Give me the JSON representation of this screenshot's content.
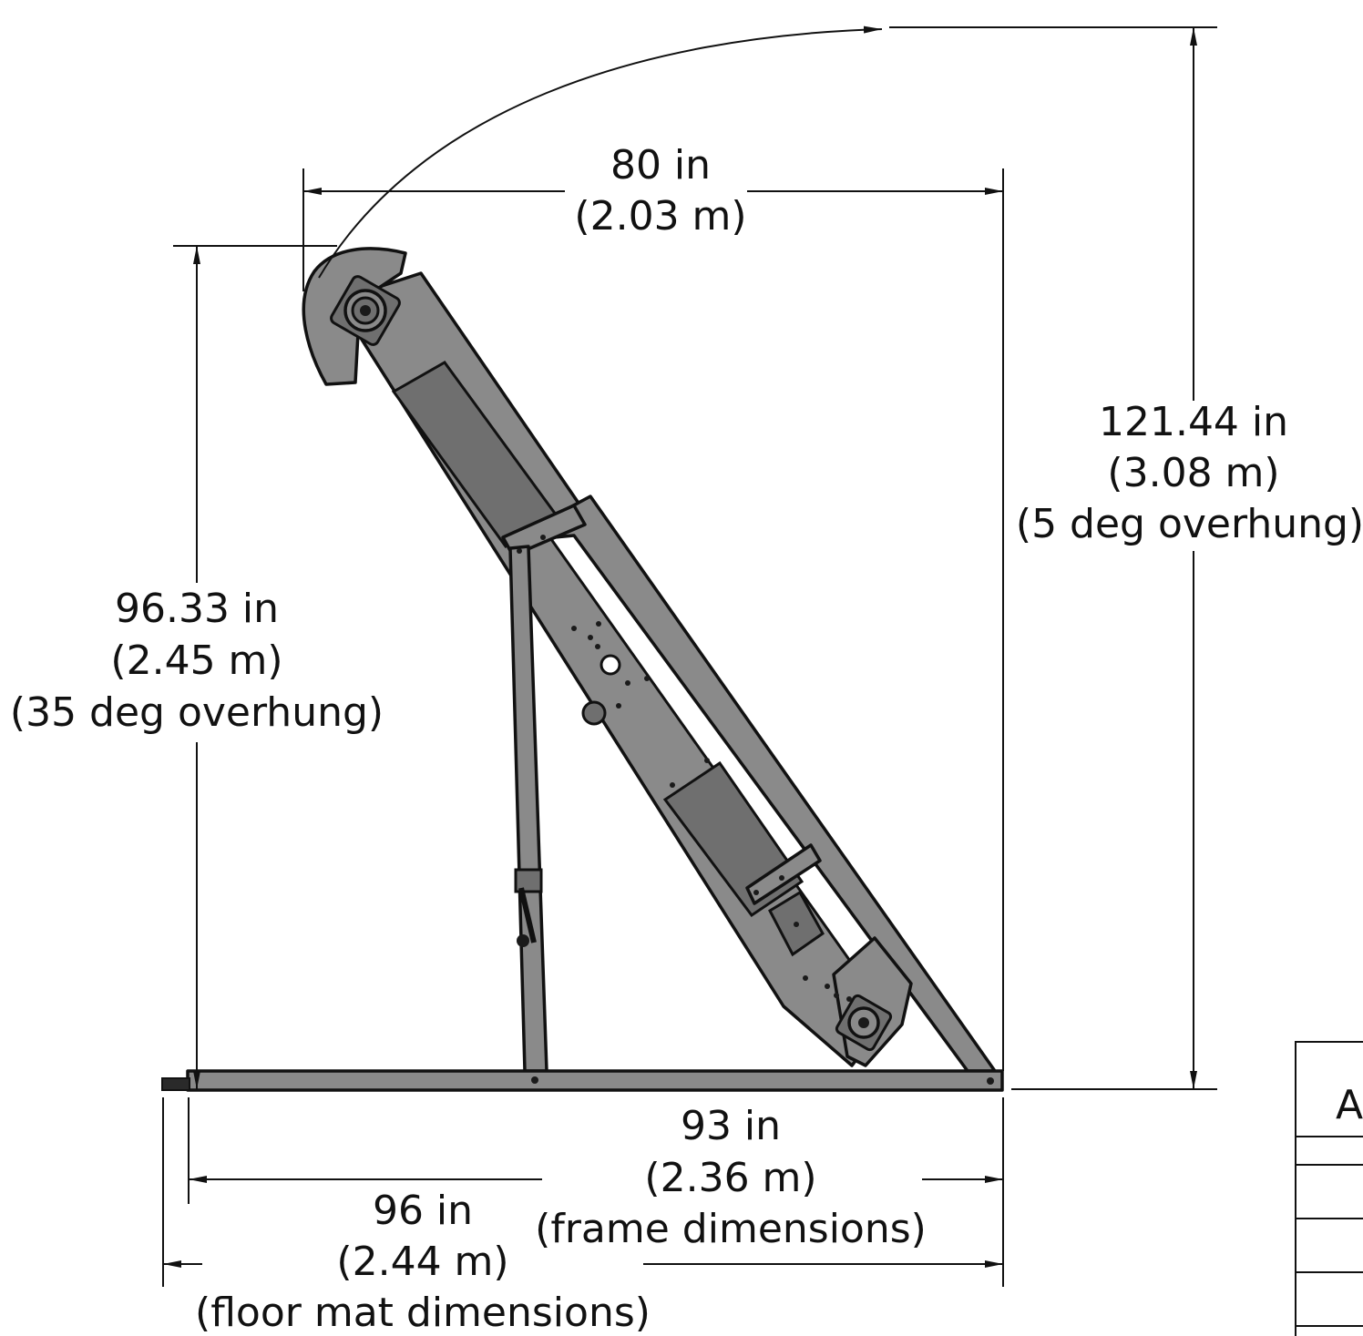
{
  "dimensions": {
    "width_top": {
      "value": "80 in",
      "metric": "(2.03 m)"
    },
    "height_right": {
      "value": "121.44 in",
      "metric": "(3.08 m)",
      "note": "(5 deg overhung)"
    },
    "height_left": {
      "value": "96.33 in",
      "metric": "(2.45 m)",
      "note": "(35 deg overhung)"
    },
    "frame_length": {
      "value": "93 in",
      "metric": "(2.36 m)",
      "note": "(frame dimensions)"
    },
    "floor_mat": {
      "value": "96 in",
      "metric": "(2.44 m)",
      "note": "(floor mat dimensions)"
    }
  },
  "table": {
    "header": "A"
  },
  "colors": {
    "part_fill": "#8a8a8a",
    "line": "#111111",
    "background": "#ffffff"
  }
}
